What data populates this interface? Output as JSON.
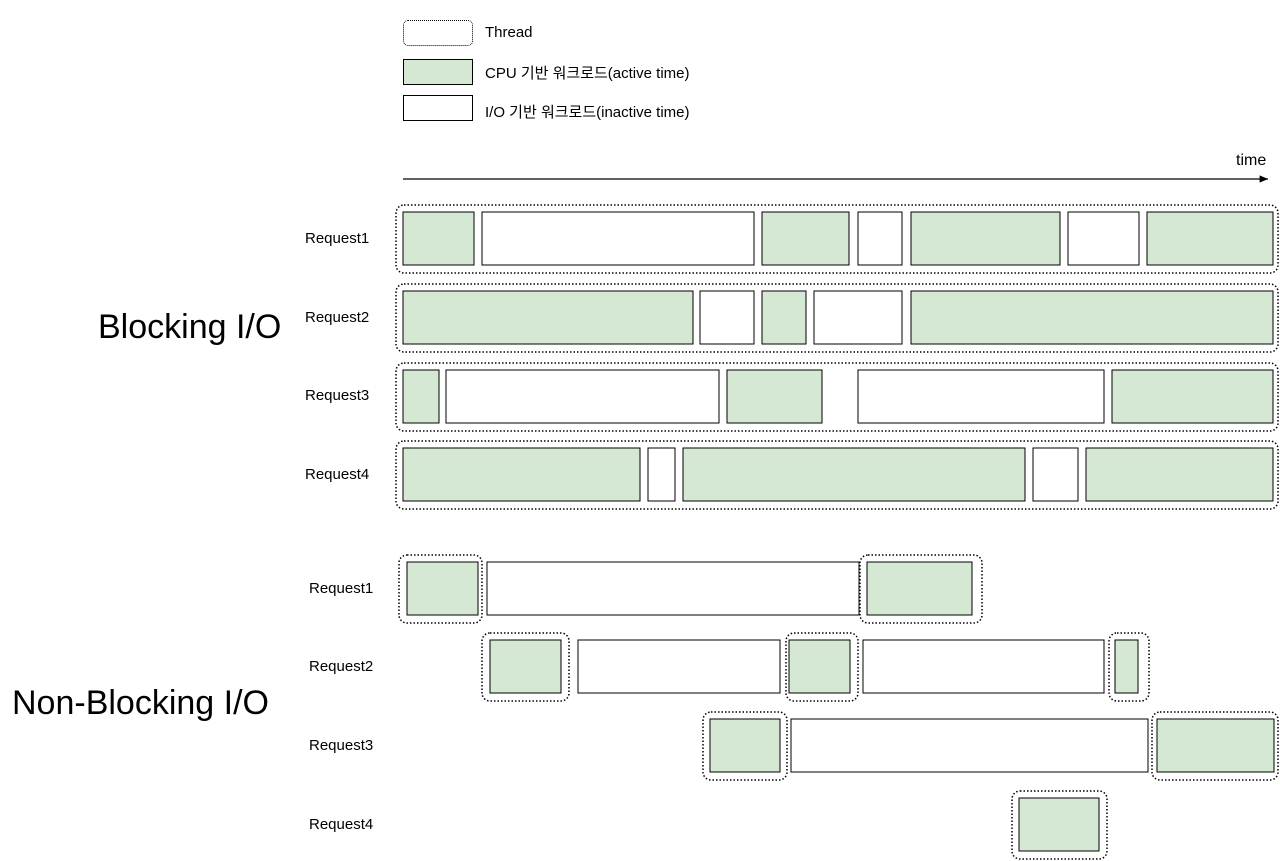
{
  "legend": {
    "thread_label": "Thread",
    "cpu_label": "CPU 기반 워크로드(active time)",
    "io_label": "I/O 기반 워크로드(inactive time)"
  },
  "axis": {
    "label": "time"
  },
  "colors": {
    "cpu": "#d5e8d4",
    "io": "#ffffff",
    "stroke": "#000000"
  },
  "blocking": {
    "title": "Blocking I/O",
    "requests": [
      {
        "label": "Request1",
        "segments": [
          "cpu",
          "io",
          "cpu",
          "io",
          "cpu",
          "io",
          "cpu"
        ]
      },
      {
        "label": "Request2",
        "segments": [
          "cpu",
          "io",
          "cpu",
          "io",
          "cpu"
        ]
      },
      {
        "label": "Request3",
        "segments": [
          "cpu",
          "io",
          "cpu",
          "io",
          "cpu"
        ]
      },
      {
        "label": "Request4",
        "segments": [
          "cpu",
          "io",
          "cpu",
          "io",
          "cpu"
        ]
      }
    ]
  },
  "nonblocking": {
    "title": "Non-Blocking I/O",
    "requests": [
      {
        "label": "Request1",
        "segments": [
          "cpu",
          "io",
          "cpu"
        ]
      },
      {
        "label": "Request2",
        "segments": [
          "cpu",
          "io",
          "cpu",
          "io",
          "cpu"
        ]
      },
      {
        "label": "Request3",
        "segments": [
          "cpu",
          "io",
          "cpu"
        ]
      },
      {
        "label": "Request4",
        "segments": [
          "cpu"
        ]
      }
    ]
  }
}
